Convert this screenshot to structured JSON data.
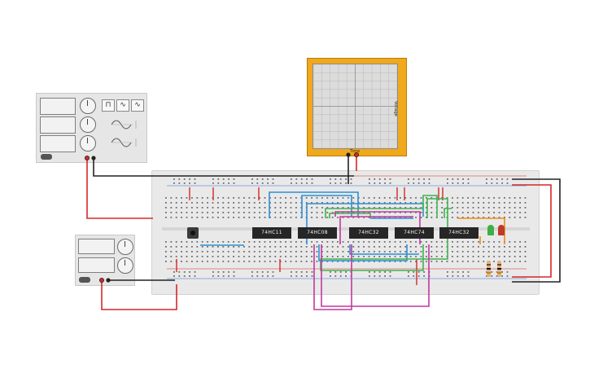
{
  "scope": {
    "label_bottom": "Time",
    "label_side": "Voltage"
  },
  "chips": [
    {
      "id": "ic-1",
      "label": "74HC11"
    },
    {
      "id": "ic-2",
      "label": "74HC08"
    },
    {
      "id": "ic-3",
      "label": "74HC32"
    },
    {
      "id": "ic-4",
      "label": "74HC74"
    },
    {
      "id": "ic-5",
      "label": "74HC32"
    }
  ],
  "function_generator": {
    "wave_buttons": [
      "⊓",
      "∿",
      "∿"
    ]
  },
  "colors": {
    "wire_red": "#d62728",
    "wire_black": "#222222",
    "wire_blue": "#2d8fd5",
    "wire_green": "#3fb34f",
    "wire_magenta": "#c2389f",
    "wire_orange": "#f08c1a",
    "led_green": "#3cb043",
    "led_red": "#c0392b",
    "scope_body": "#f0a81c"
  }
}
